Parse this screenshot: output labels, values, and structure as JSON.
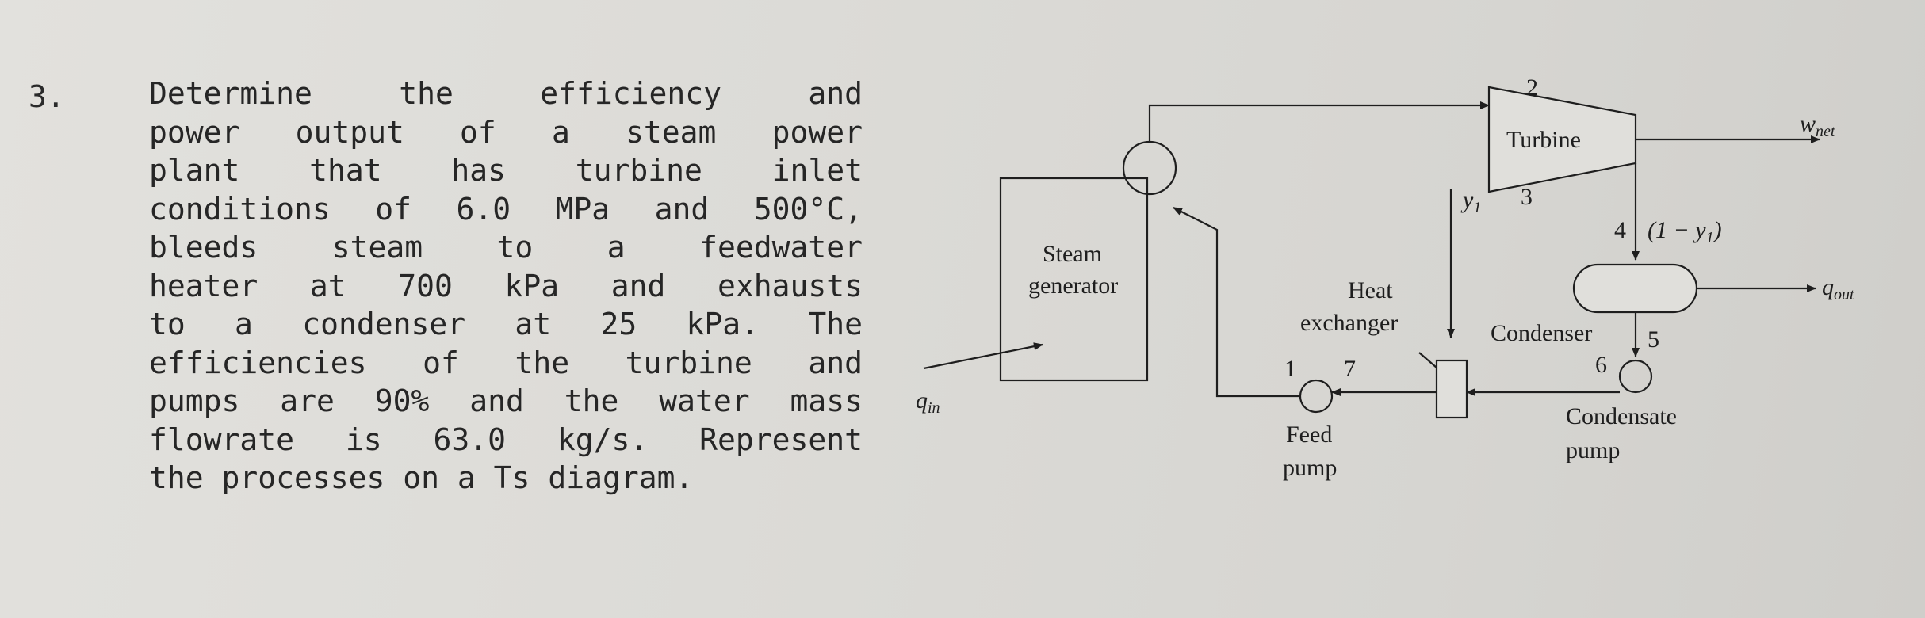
{
  "problem": {
    "number": "3.",
    "lines": [
      "Determine the efficiency and",
      "power output of a steam power",
      "plant that has turbine inlet",
      "conditions of 6.0 MPa and 500°C,",
      "bleeds steam to a feedwater",
      "heater at 700 kPa and exhausts",
      "to a condenser at 25 kPa. The",
      "efficiencies of the turbine and",
      "pumps are 90% and the water mass",
      "flowrate is 63.0 kg/s. Represent",
      "the processes on a Ts diagram."
    ],
    "given": {
      "turbine_inlet_pressure": "6.0 MPa",
      "turbine_inlet_temperature": "500°C",
      "bleed_pressure": "700 kPa",
      "condenser_pressure": "25 kPa",
      "turbine_pump_efficiency": "90%",
      "mass_flowrate": "63.0 kg/s"
    }
  },
  "diagram": {
    "components": {
      "steam_generator": [
        "Steam",
        "generator"
      ],
      "turbine": "Turbine",
      "heat_exchanger": [
        "Heat",
        "exchanger"
      ],
      "condenser": "Condenser",
      "feed_pump": [
        "Feed",
        "pump"
      ],
      "condensate_pump": [
        "Condensate",
        "pump"
      ]
    },
    "states": [
      "1",
      "2",
      "3",
      "4",
      "5",
      "6",
      "7"
    ],
    "flows": {
      "w_net": "w",
      "w_net_sub": "net",
      "q_out": "q",
      "q_out_sub": "out",
      "q_in": "q",
      "q_in_sub": "in",
      "y1": "y",
      "y1_sub": "1",
      "one_minus_y1": "(1 − y",
      "one_minus_y1_sub": "1",
      "one_minus_y1_close": ")"
    }
  }
}
